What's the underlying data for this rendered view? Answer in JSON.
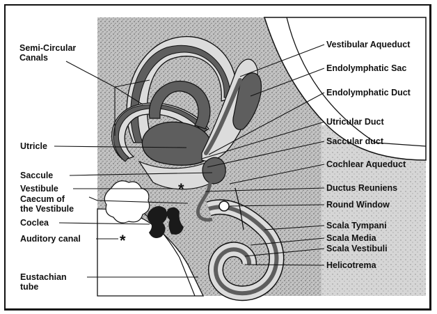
{
  "labels": {
    "semi_circular_canals": "Semi-Circular\nCanals",
    "utricle": "Utricle",
    "saccule": "Saccule",
    "vestibule": "Vestibule",
    "caecum_of_vestibule": "Caecum of\nthe Vestibule",
    "coclea": "Coclea",
    "auditory_canal": "Auditory canal",
    "eustachian_tube": "Eustachian\ntube",
    "vestibular_aqueduct": "Vestibular Aqueduct",
    "endolymphatic_sac": "Endolymphatic Sac",
    "endolymphatic_duct": "Endolymphatic Duct",
    "utricular_duct": "Utricular Duct",
    "saccular_duct": "Saccular duct",
    "cochlear_aqueduct": "Cochlear Aqueduct",
    "ductus_reuniens": "Ductus Reuniens",
    "round_window": "Round Window",
    "scala_tympani": "Scala Tympani",
    "scala_media": "Scala Media",
    "scala_vestibuli": "Scala Vestibuli",
    "helicotrema": "Helicotrema"
  },
  "markers": {
    "vestibule_star": "*",
    "auditory_star": "*"
  },
  "colors": {
    "stipple_bone": "#b9b9b9",
    "membrane_dark": "#5e5e5e",
    "perilymph_light": "#dcdcdc",
    "outline": "#111111",
    "background": "#ffffff"
  }
}
